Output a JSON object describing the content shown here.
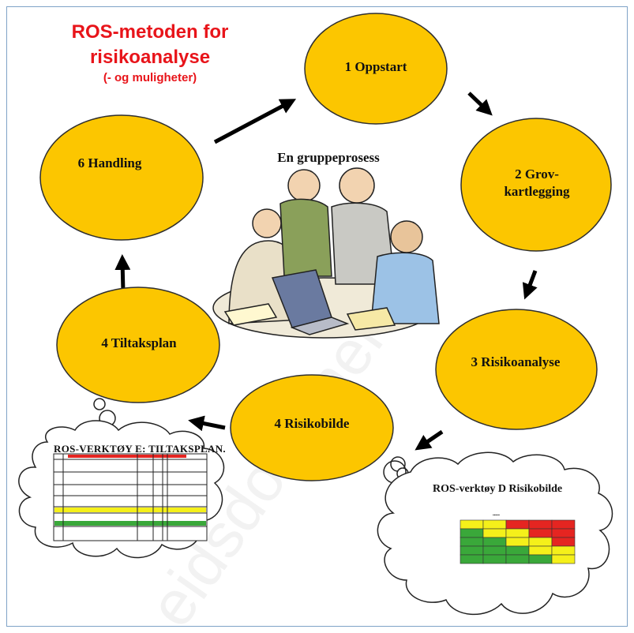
{
  "title": {
    "line1": "ROS-metoden for",
    "line2": "risikoanalyse",
    "line3": "(- og muligheter)"
  },
  "steps": [
    {
      "id": "oppstart",
      "label": "1 Oppstart"
    },
    {
      "id": "grovkartlegging",
      "label_line1": "2 Grov-",
      "label_line2": "kartlegging"
    },
    {
      "id": "risikoanalyse",
      "label": "3 Risikoanalyse"
    },
    {
      "id": "risikobilde",
      "label": "4 Risikobilde"
    },
    {
      "id": "tiltaksplan",
      "label": "4 Tiltaksplan"
    },
    {
      "id": "handling",
      "label": "6 Handling"
    }
  ],
  "center": {
    "caption": "En gruppeprosess",
    "illustration": "people-around-laptop"
  },
  "tools": {
    "tiltaksplan_doc_title": "ROS-VERKTØY E: TILTAKSPLAN.",
    "risikobilde_doc_title": "ROS-verktøy D Risikobilde"
  },
  "colors": {
    "node_fill": "#fcc600",
    "node_stroke": "#2f2f2f",
    "title_red": "#e8141a",
    "arrow": "#000000",
    "matrix_green": "#3aa83a",
    "matrix_yellow": "#f5f01a",
    "matrix_red": "#e52521"
  }
}
